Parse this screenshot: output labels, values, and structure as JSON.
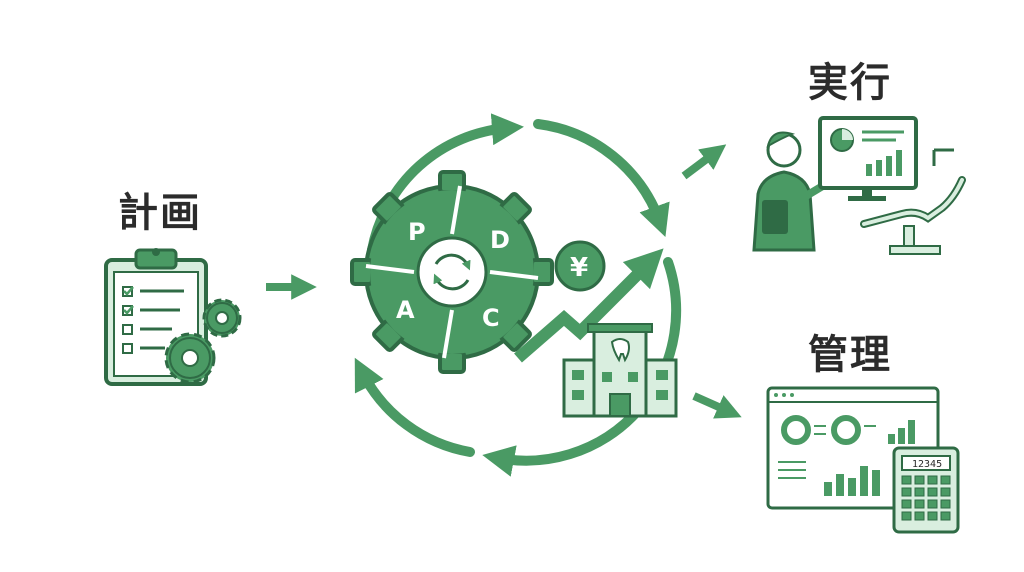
{
  "labels": {
    "plan": "計画",
    "do": "実行",
    "manage": "管理"
  },
  "gear": {
    "p": "P",
    "d": "D",
    "a": "A",
    "c": "C"
  },
  "currency_symbol": "¥",
  "calculator_display": "12345",
  "colors": {
    "primary": "#4a9a64",
    "dark": "#2f6b45",
    "light": "#d9eedf",
    "text": "#2b2b2b"
  },
  "icons": [
    "clipboard-icon",
    "gear-icon",
    "arrow-icon",
    "cycle-icon",
    "yen-coin-icon",
    "growth-arrow-icon",
    "dental-clinic-icon",
    "nurse-icon",
    "monitor-chart-icon",
    "dental-chair-icon",
    "dashboard-icon",
    "calculator-icon"
  ]
}
